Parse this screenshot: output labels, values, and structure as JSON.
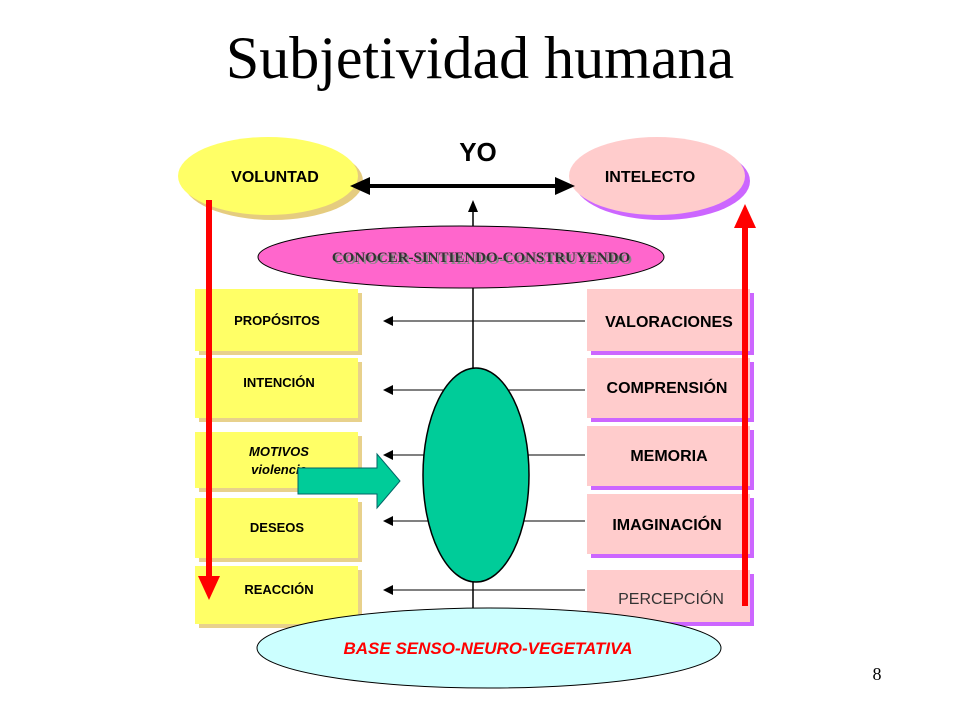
{
  "title": "Subjetividad humana",
  "page_number": "8",
  "center": {
    "yo": "YO",
    "conocer": "CONOCER-SINTIENDO-CONSTRUYENDO",
    "base": "BASE SENSO-NEURO-VEGETATIVA"
  },
  "left": {
    "header": "VOLUNTAD",
    "items": [
      {
        "label": "PROPÓSITOS"
      },
      {
        "label": "INTENCIÓN"
      },
      {
        "label": "MOTIVOS",
        "label2": "violencia"
      },
      {
        "label": "DESEOS"
      },
      {
        "label": "REACCIÓN"
      }
    ]
  },
  "right": {
    "header": "INTELECTO",
    "items": [
      {
        "label": "VALORACIONES"
      },
      {
        "label": "COMPRENSIÓN"
      },
      {
        "label": "MEMORIA"
      },
      {
        "label": "IMAGINACIÓN"
      },
      {
        "label": "PERCEPCIÓN"
      }
    ]
  },
  "colors": {
    "yellow": "#ffff66",
    "pink": "#ffcccc",
    "magenta": "#ff66cc",
    "purple_border": "#cc66ff",
    "red": "#ff0000",
    "green": "#00cc99",
    "light_blue": "#ccffff"
  }
}
